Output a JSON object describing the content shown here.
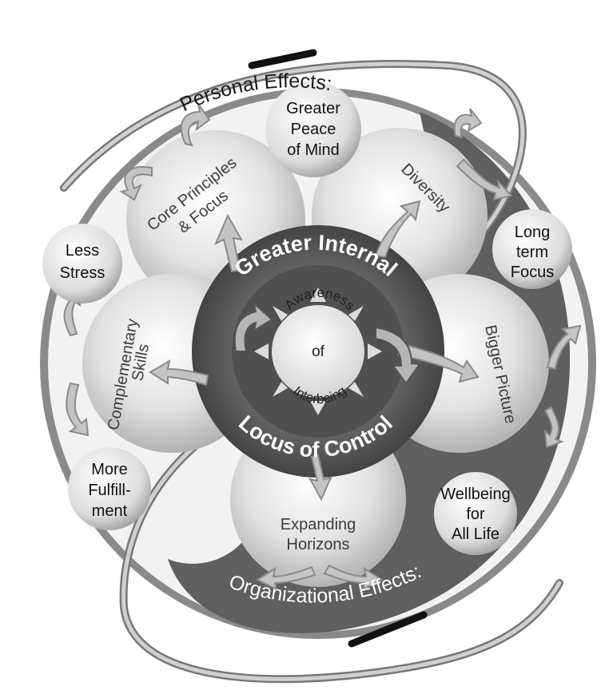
{
  "arc_labels": {
    "personal": "Personal Effects:",
    "organizational": "Organizational Effects:",
    "center_top": "Greater Internal",
    "center_bottom": "Locus of Control"
  },
  "core": {
    "line1": "Awareness",
    "line2": "of",
    "line3": "Interbeing"
  },
  "petals": {
    "core_principles": [
      "Core Principles",
      "& Focus"
    ],
    "diversity": "Diversity",
    "bigger_picture": "Bigger Picture",
    "expanding_horizons": [
      "Expanding",
      "Horizons"
    ],
    "complementary_skills": [
      "Complementary",
      "Skills"
    ]
  },
  "effects": {
    "peace": [
      "Greater",
      "Peace",
      "of Mind"
    ],
    "less_stress": [
      "Less",
      "Stress"
    ],
    "long_term": [
      "Long",
      "term",
      "Focus"
    ],
    "fulfillment": [
      "More",
      "Fulfill-",
      "ment"
    ],
    "wellbeing": [
      "Wellbeing",
      "for",
      "All Life"
    ]
  },
  "colors": {
    "outer_light": "#f2f2f2",
    "outer_dark": "#5f5f5f",
    "petal": "#d9d9d9",
    "ring": "#4a4a4a",
    "core": "#f4f4f4",
    "arrow": "#bdbdbd"
  }
}
